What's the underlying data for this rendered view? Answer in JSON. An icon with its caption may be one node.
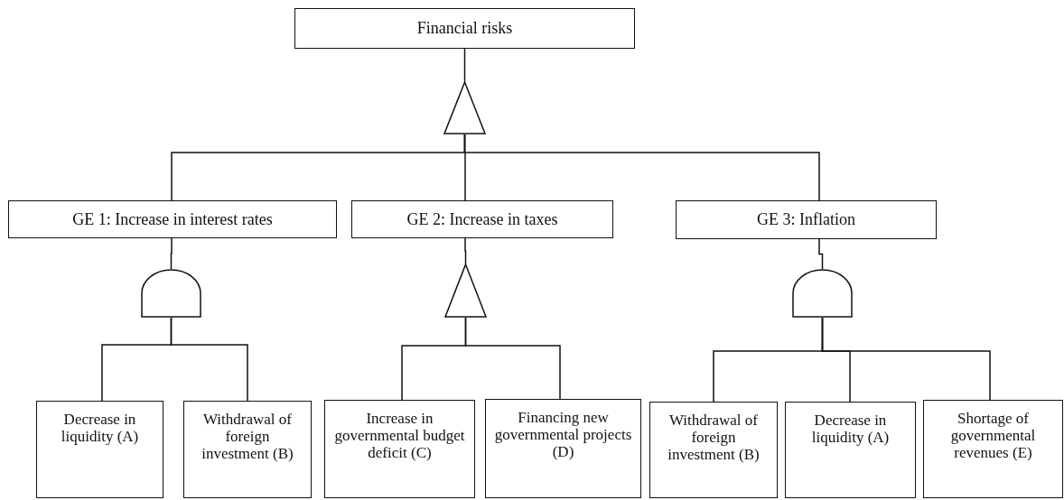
{
  "diagram": {
    "nodes": [
      {
        "text": [
          "Financial risks"
        ]
      },
      {
        "text": [],
        "shape": "triangle"
      },
      {
        "text": [
          "GE 1: Increase in interest rates"
        ]
      },
      {
        "text": [
          "GE 2: Increase in taxes"
        ]
      },
      {
        "text": [
          "GE 3: Inflation"
        ]
      },
      {
        "text": [],
        "shape": "arch"
      },
      {
        "text": [],
        "shape": "triangle"
      },
      {
        "text": [],
        "shape": "arch"
      },
      {
        "text": [
          "Decrease in liquidity (A)"
        ]
      },
      {
        "text": [
          "Withdrawal of foreign investment (B)"
        ]
      },
      {
        "text": [
          "Increase in governmental budget deficit (C)"
        ]
      },
      {
        "text": [
          "Financing new governmental projects (D)"
        ]
      },
      {
        "text": [
          "Withdrawal of foreign investment (B)"
        ]
      },
      {
        "text": [
          "Decrease in liquidity (A)"
        ]
      },
      {
        "text": [
          "Shortage of governmental revenues (E)"
        ]
      }
    ],
    "edges": [
      {
        "from": 0,
        "to": 1,
        "arrow": "none"
      },
      {
        "from": 1,
        "to": 2,
        "arrow": "none"
      },
      {
        "from": 1,
        "to": 3,
        "arrow": "none"
      },
      {
        "from": 1,
        "to": 4,
        "arrow": "none"
      },
      {
        "from": 2,
        "to": 5,
        "arrow": "none"
      },
      {
        "from": 3,
        "to": 6,
        "arrow": "none"
      },
      {
        "from": 4,
        "to": 7,
        "arrow": "none"
      },
      {
        "from": 5,
        "to": 8,
        "arrow": "none"
      },
      {
        "from": 5,
        "to": 9,
        "arrow": "none"
      },
      {
        "from": 6,
        "to": 10,
        "arrow": "none"
      },
      {
        "from": 6,
        "to": 11,
        "arrow": "none"
      },
      {
        "from": 7,
        "to": 12,
        "arrow": "none"
      },
      {
        "from": 7,
        "to": 13,
        "arrow": "none"
      },
      {
        "from": 7,
        "to": 14,
        "arrow": "none"
      }
    ]
  }
}
